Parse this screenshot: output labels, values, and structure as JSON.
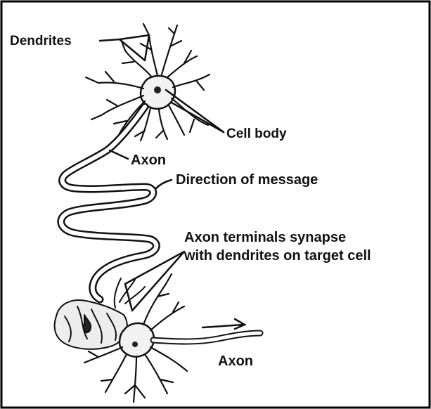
{
  "labels": {
    "dendrites": "Dendrites",
    "cell_body": "Cell body",
    "axon_top": "Axon",
    "direction": "Direction of message",
    "terminals_line1": "Axon terminals synapse",
    "terminals_line2": "with dendrites on target cell",
    "axon_bottom": "Axon"
  },
  "colors": {
    "ink": "#111111",
    "background": "#ffffff",
    "frame": "#000000"
  }
}
